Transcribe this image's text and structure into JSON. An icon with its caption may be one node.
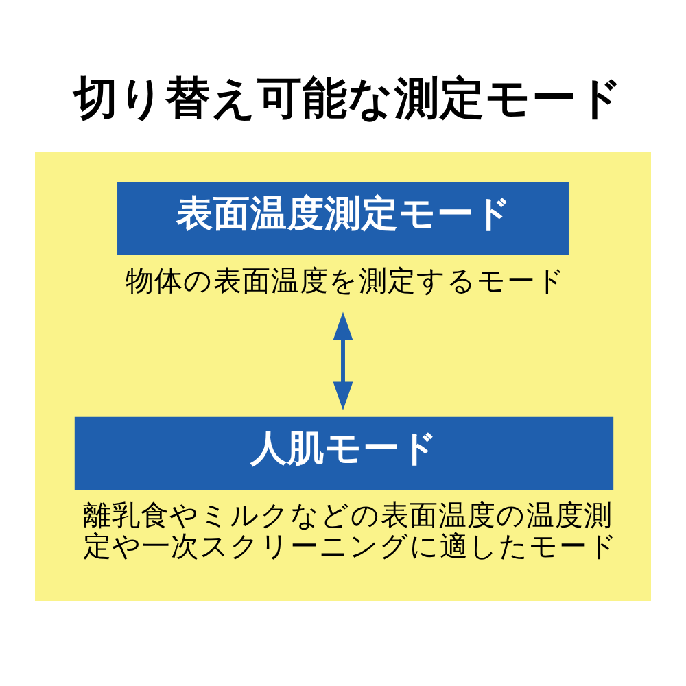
{
  "diagram": {
    "title": "切り替え可能な測定モード",
    "nodes": [
      {
        "text": [],
        "shape": "box"
      },
      {
        "text": [
          "表面温度測定モード"
        ],
        "in": 0,
        "beside": [
          "物体の表面温度を測定するモード"
        ]
      },
      {
        "text": [
          "人肌モード"
        ],
        "in": 0,
        "beside": [
          "離乳食やミルクなどの表面温度の温度測定や一次スクリーニングに適したモード"
        ]
      }
    ],
    "edges": [
      {
        "from": 1,
        "to": 2,
        "arrow": "both"
      }
    ]
  }
}
